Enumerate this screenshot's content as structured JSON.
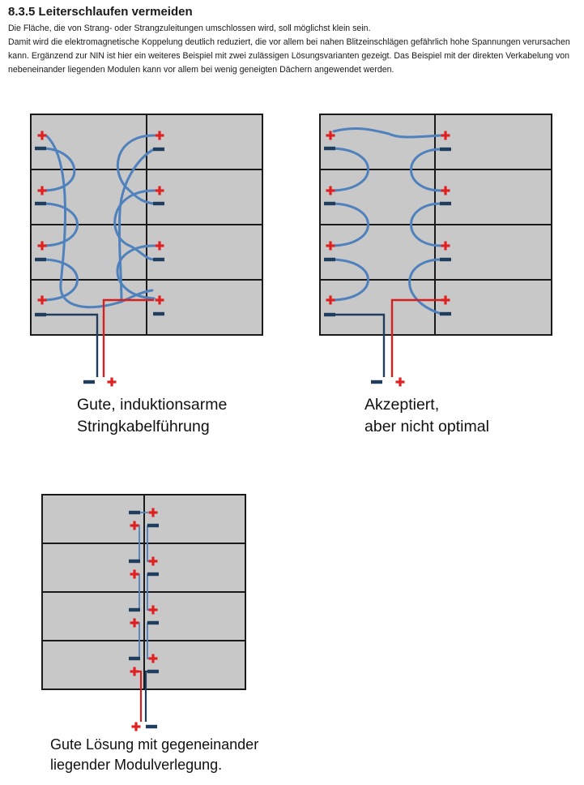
{
  "section": {
    "number": "8.3.5",
    "title": "Leiterschlaufen vermeiden"
  },
  "intro": {
    "line1": "Die Fläche, die von Strang- oder Strangzuleitungen umschlossen wird, soll möglichst klein sein.",
    "line2": "Damit wird die elektromagnetische Koppelung deutlich reduziert, die vor allem bei nahen Blitzeinschlägen gefährlich hohe Spannungen verursachen kann. Ergänzend zur NIN ist hier ein weiteres Beispiel mit zwei zulässigen Lösungsvarianten gezeigt. Das Beispiel mit der direkten Verkabelung von nebeneinander liegenden Modulen kann vor allem bei wenig geneigten Dächern angewendet werden."
  },
  "figures": [
    {
      "caption_line1": "Gute, induktionsarme",
      "caption_line2": "Stringkabelführung"
    },
    {
      "caption_line1": "Akzeptiert,",
      "caption_line2": "aber nicht optimal"
    },
    {
      "caption_line1": "Gute Lösung mit gegeneinander",
      "caption_line2": "liegender Modulverlegung."
    }
  ],
  "colors": {
    "module_fill": "#c8c8c8",
    "module_border": "#1a1a1a",
    "cable_loop": "#4f81bd",
    "cable_minus": "#1f3d5c",
    "cable_plus": "#d42020"
  }
}
